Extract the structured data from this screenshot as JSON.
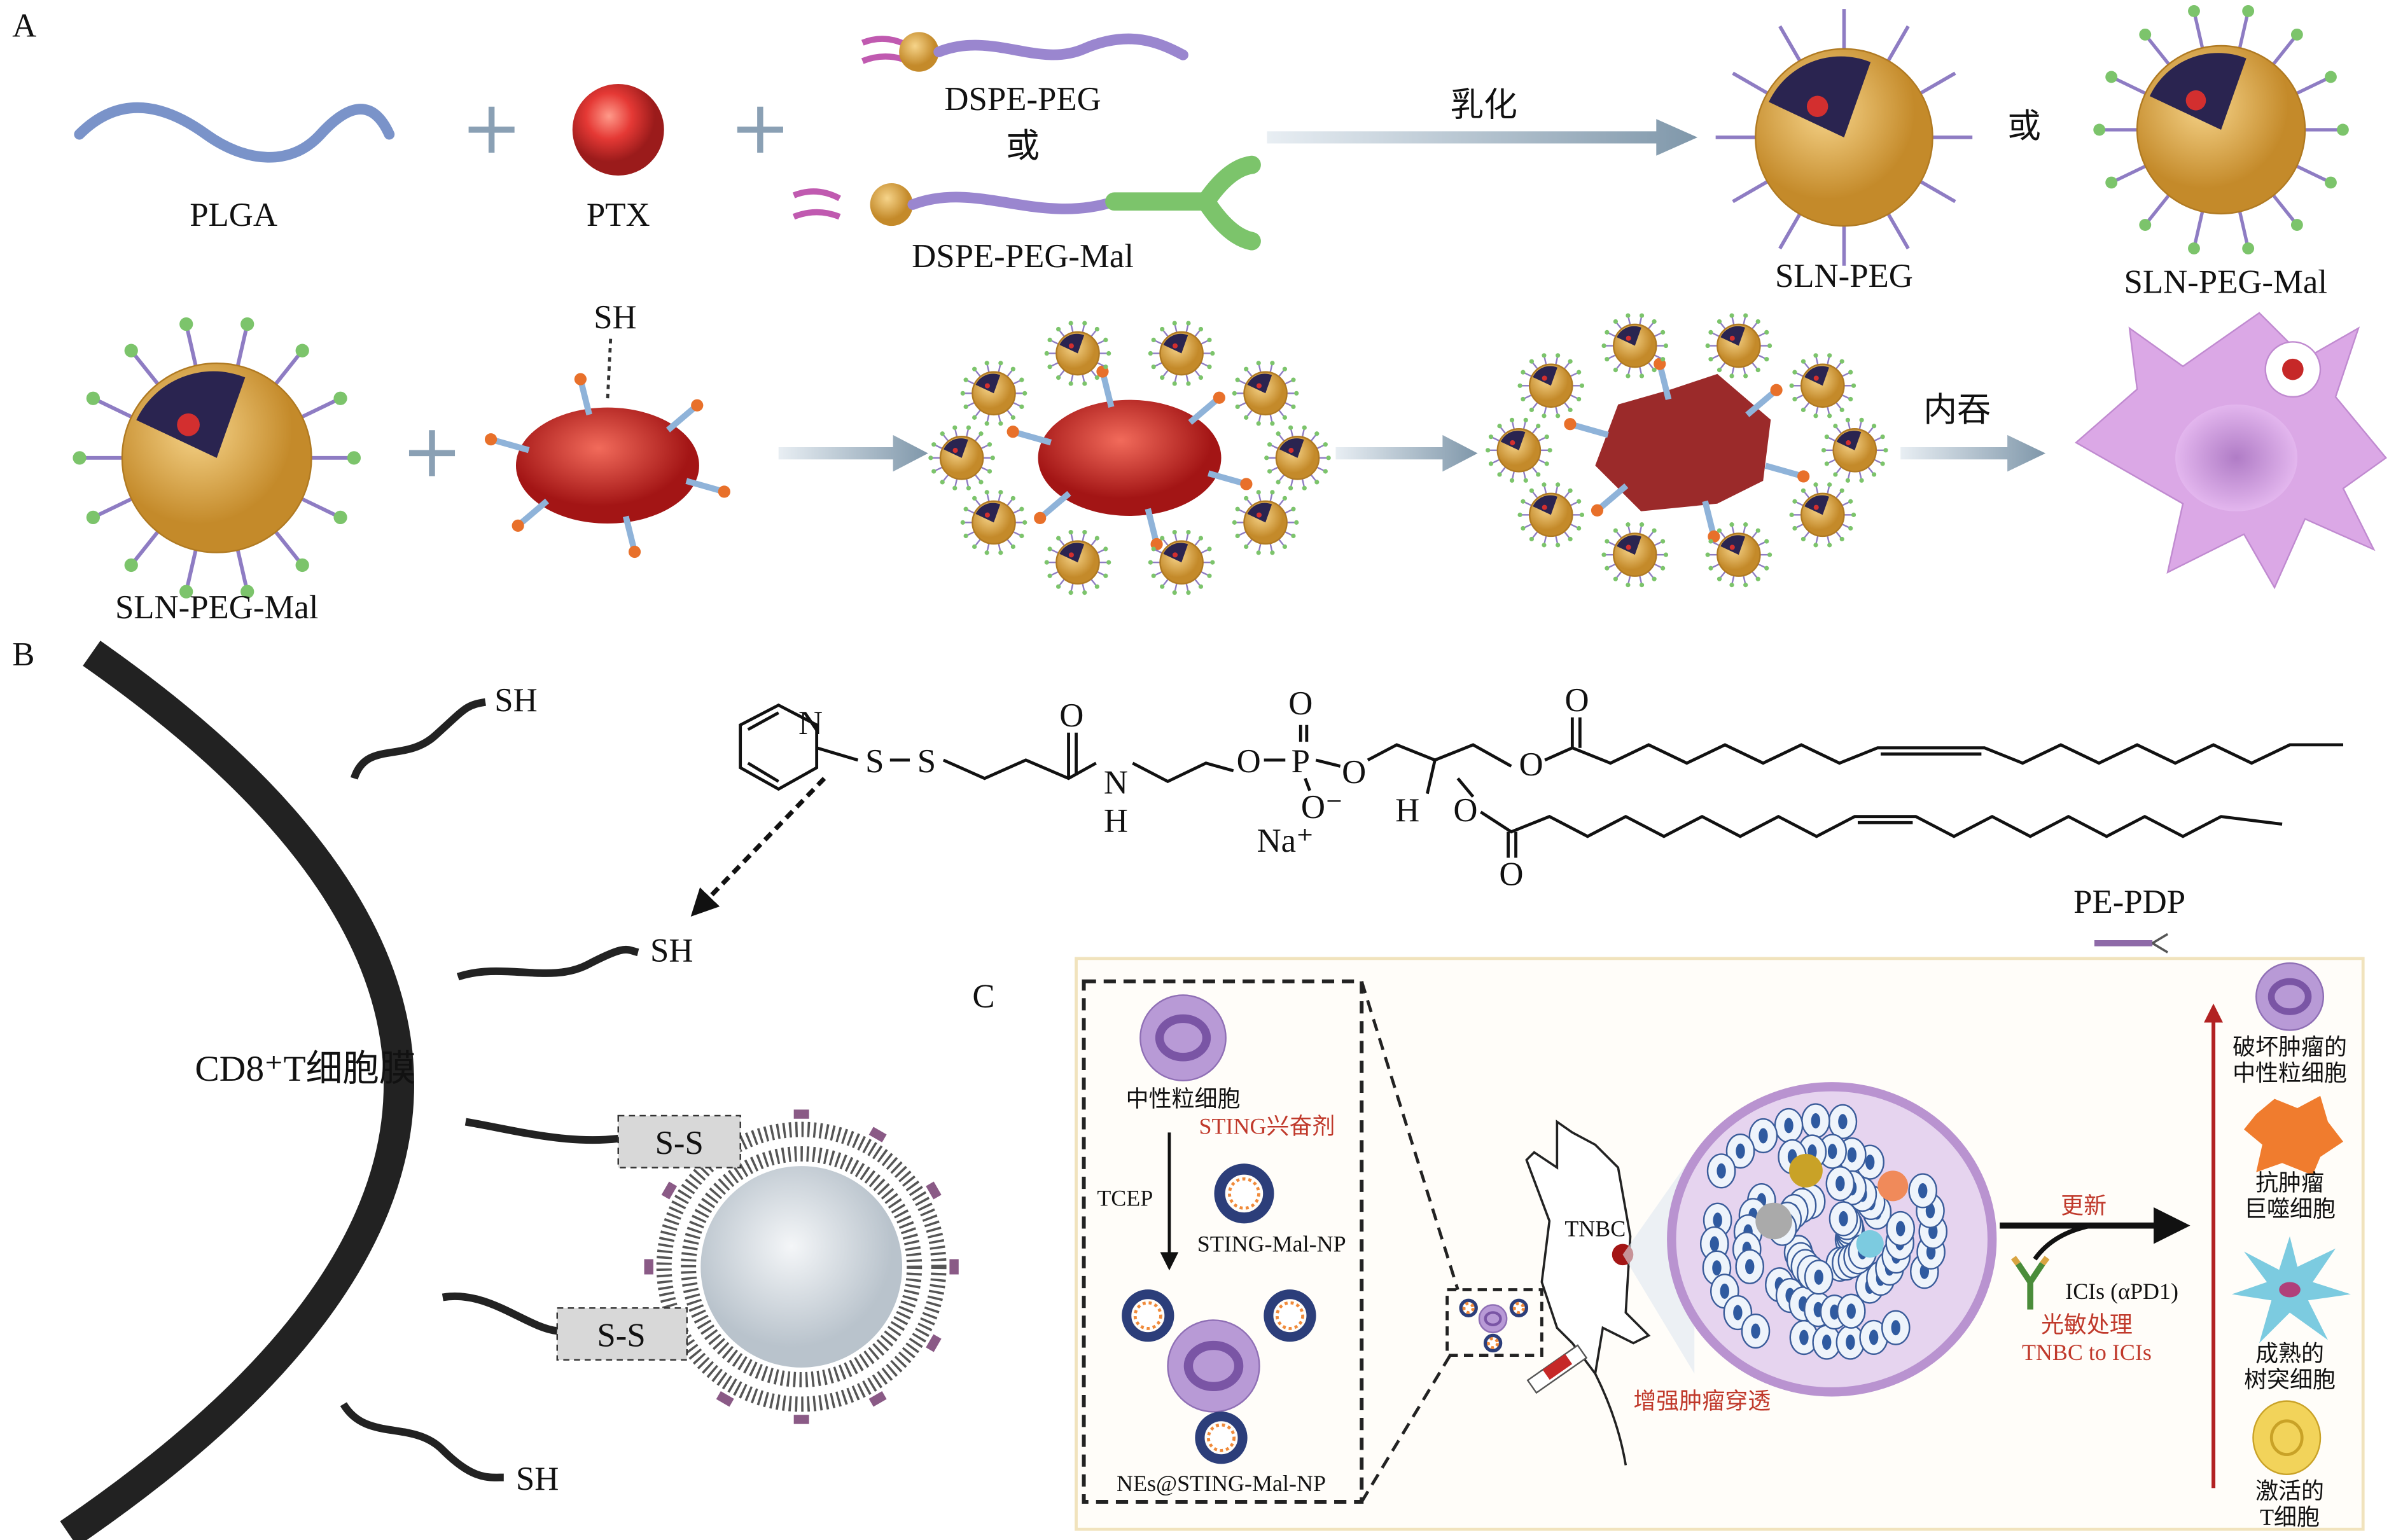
{
  "panels": {
    "a": "A",
    "b": "B",
    "c": "C"
  },
  "panel_a": {
    "plga": "PLGA",
    "ptx": "PTX",
    "dspe_peg": "DSPE-PEG",
    "or1": "或",
    "dspe_peg_mal": "DSPE-PEG-Mal",
    "emulsify": "乳化",
    "sln_peg": "SLN-PEG",
    "or2": "或",
    "sln_peg_mal": "SLN-PEG-Mal",
    "sln_peg_mal_2": "SLN-PEG-Mal",
    "sh": "SH",
    "endocytosis": "内吞",
    "plus": "+"
  },
  "panel_b": {
    "membrane": "CD8⁺T细胞膜",
    "sh_top": "SH",
    "sh_mid": "SH",
    "sh_bottom": "SH",
    "ss_1": "S-S",
    "ss_2": "S-S",
    "compound": "PE-PDP",
    "atoms": {
      "n_ring": "N",
      "s1": "S",
      "s2": "S",
      "o_amide": "O",
      "n_amide": "N",
      "h_amide": "H",
      "o_ester1": "O",
      "p": "P",
      "o_top": "O",
      "o_right": "O",
      "o_minus": "O⁻",
      "na": "Na⁺",
      "h_glycerol": "H",
      "o_glycerol": "O",
      "o_carbonyl_top": "O",
      "o_chain_top": "O",
      "o_carbonyl_bottom": "O"
    }
  },
  "panel_c": {
    "neutrophil": "中性粒细胞",
    "sting_agonist": "STING兴奋剂",
    "tcep": "TCEP",
    "sting_mal_np": "STING-Mal-NP",
    "nes_sting": "NEs@STING-Mal-NP",
    "tnbc": "TNBC",
    "enhanced_penetration": "增强肿瘤穿透",
    "renew": "更新",
    "icis": "ICIs (αPD1)",
    "photosensitize": "光敏处理",
    "tnbc_to_icis": "TNBC to ICIs",
    "legend": [
      {
        "line1": "破坏肿瘤的",
        "line2": "中性粒细胞"
      },
      {
        "line1": "抗肿瘤",
        "line2": "巨噬细胞"
      },
      {
        "line1": "成熟的",
        "line2": "树突细胞"
      },
      {
        "line1": "激活的",
        "line2": "T细胞"
      }
    ]
  },
  "colors": {
    "red_text": "#c0392b",
    "nanoparticle_shell": "#d9a441",
    "rbc": "#d32f2f",
    "neutrophil": "#b89ad6",
    "peg_arm": "#8e7cc3",
    "mal_tip": "#7cc46b"
  }
}
